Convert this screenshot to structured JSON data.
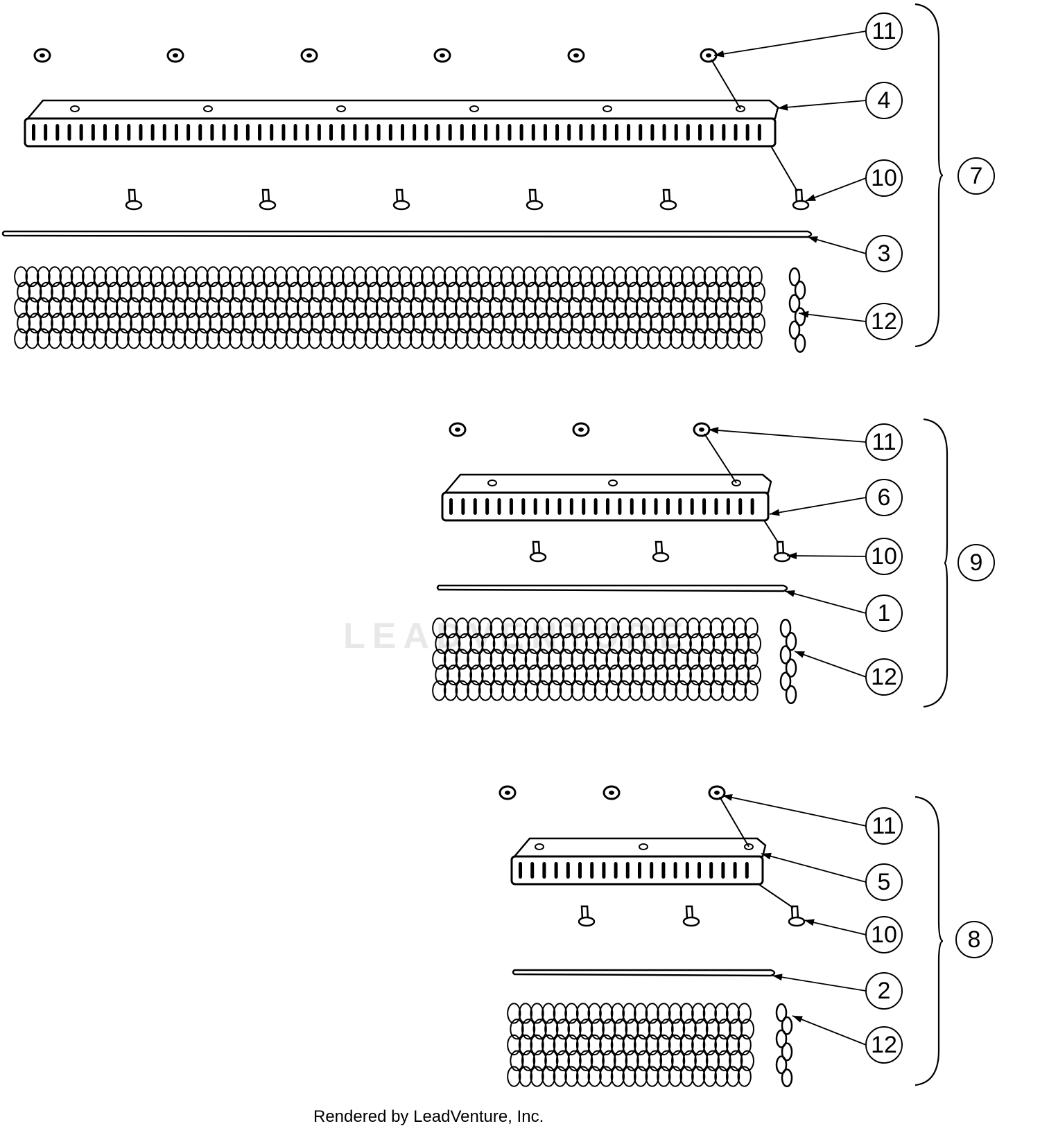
{
  "watermark": "LEADVENTURE",
  "footer": "Rendered by LeadVenture, Inc.",
  "assemblies": [
    {
      "name": "assembly-7",
      "label": "7",
      "items": [
        {
          "part": "nut",
          "label": "11"
        },
        {
          "part": "bracket",
          "label": "4"
        },
        {
          "part": "bolt",
          "label": "10"
        },
        {
          "part": "rod",
          "label": "3"
        },
        {
          "part": "chain",
          "label": "12"
        }
      ]
    },
    {
      "name": "assembly-9",
      "label": "9",
      "items": [
        {
          "part": "nut",
          "label": "11"
        },
        {
          "part": "bracket",
          "label": "6"
        },
        {
          "part": "bolt",
          "label": "10"
        },
        {
          "part": "rod",
          "label": "1"
        },
        {
          "part": "chain",
          "label": "12"
        }
      ]
    },
    {
      "name": "assembly-8",
      "label": "8",
      "items": [
        {
          "part": "nut",
          "label": "11"
        },
        {
          "part": "bracket",
          "label": "5"
        },
        {
          "part": "bolt",
          "label": "10"
        },
        {
          "part": "rod",
          "label": "2"
        },
        {
          "part": "chain",
          "label": "12"
        }
      ]
    }
  ]
}
